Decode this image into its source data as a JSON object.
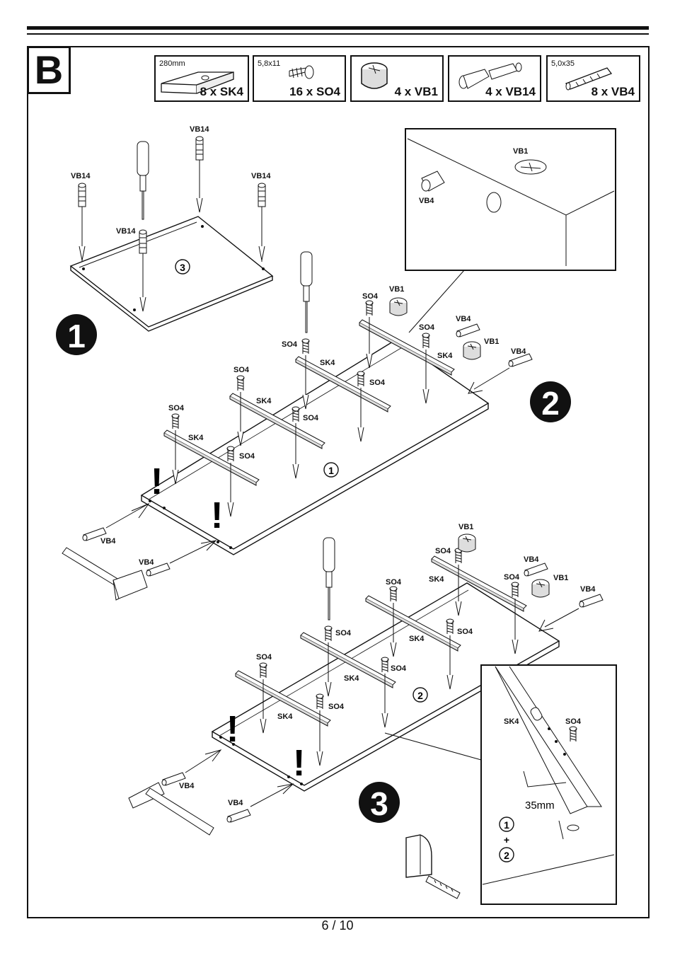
{
  "section": "B",
  "parts": [
    {
      "size": "280mm",
      "qty": "8 x SK4",
      "icon": "rail-icon"
    },
    {
      "size": "5,8x11",
      "qty": "16 x SO4",
      "icon": "screw-icon"
    },
    {
      "size": "",
      "qty": "4 x VB1",
      "icon": "cam-lock-icon"
    },
    {
      "size": "",
      "qty": "4 x VB14",
      "icon": "cam-bolt-icon"
    },
    {
      "size": "5,0x35",
      "qty": "8 x VB4",
      "icon": "dowel-icon"
    }
  ],
  "steps": [
    "1",
    "2",
    "3"
  ],
  "board_numbers": [
    "3",
    "1",
    "2"
  ],
  "labels": {
    "vb14": "VB14",
    "so4": "SO4",
    "sk4": "SK4",
    "vb1": "VB1",
    "vb4": "VB4",
    "measure": "35mm",
    "warn": "!",
    "plus": "+",
    "circle1": "1",
    "circle2": "2"
  },
  "page": "6 / 10"
}
